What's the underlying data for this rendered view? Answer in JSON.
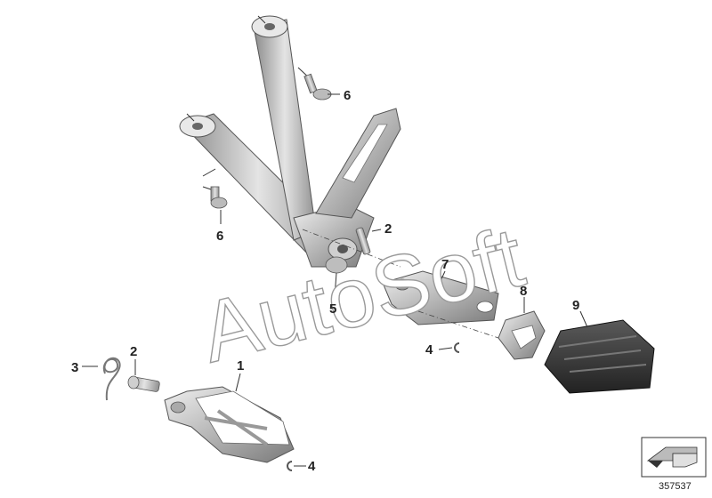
{
  "watermark": "AutoSoft",
  "reference_number": "357537",
  "colors": {
    "metal_light": "#d9d9d9",
    "metal_mid": "#a8a8a8",
    "metal_dark": "#6e6e6e",
    "rubber": "#3a3a3a",
    "line": "#333333"
  },
  "callouts": [
    {
      "id": "label-1",
      "text": "1"
    },
    {
      "id": "label-2a",
      "text": "2"
    },
    {
      "id": "label-2b",
      "text": "2"
    },
    {
      "id": "label-3",
      "text": "3"
    },
    {
      "id": "label-4a",
      "text": "4"
    },
    {
      "id": "label-4b",
      "text": "4"
    },
    {
      "id": "label-5",
      "text": "5"
    },
    {
      "id": "label-6a",
      "text": "6"
    },
    {
      "id": "label-6b",
      "text": "6"
    },
    {
      "id": "label-7",
      "text": "7"
    },
    {
      "id": "label-8",
      "text": "8"
    },
    {
      "id": "label-9",
      "text": "9"
    }
  ],
  "nav_icon": "arrow-left-down-icon"
}
